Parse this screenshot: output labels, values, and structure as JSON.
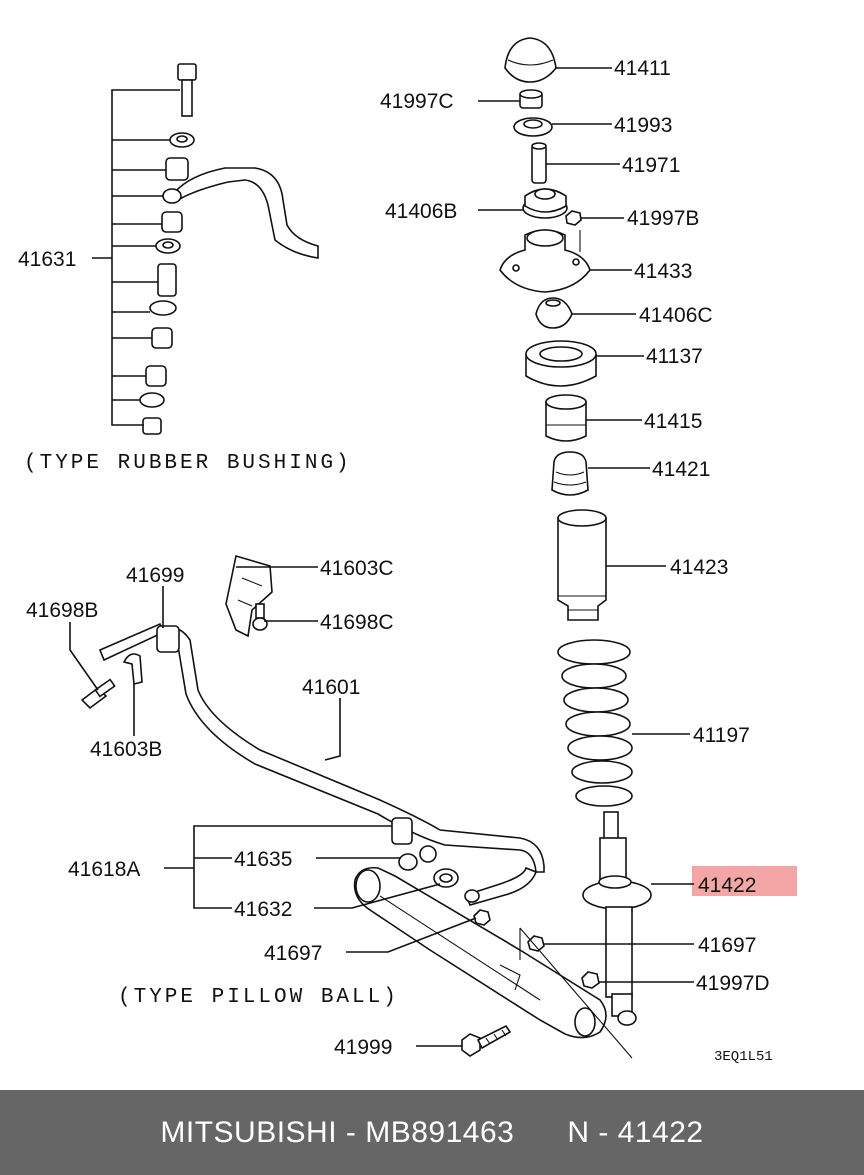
{
  "labels": {
    "p41411": "41411",
    "p41997C": "41997C",
    "p41993": "41993",
    "p41971": "41971",
    "p41406B": "41406B",
    "p41997B": "41997B",
    "p41433": "41433",
    "p41406C": "41406C",
    "p41137": "41137",
    "p41415": "41415",
    "p41421": "41421",
    "p41423": "41423",
    "p41197": "41197",
    "p41422": "41422",
    "p41697a": "41697",
    "p41997D": "41997D",
    "p41631": "41631",
    "p41699": "41699",
    "p41603C": "41603C",
    "p41698B": "41698B",
    "p41698C": "41698C",
    "p41601": "41601",
    "p41603B": "41603B",
    "p41618A": "41618A",
    "p41635": "41635",
    "p41632": "41632",
    "p41697b": "41697",
    "p41999": "41999"
  },
  "captions": {
    "rubber": "(TYPE RUBBER BUSHING)",
    "pillow": "(TYPE PILLOW BALL)",
    "code": "3EQ1L51"
  },
  "highlight": {
    "part": "41422",
    "color": "#f4a6a6"
  },
  "footer": {
    "brand": "MITSUBISHI",
    "separator": " - ",
    "part_number": "MB891463",
    "ref": "N - 41422"
  },
  "colors": {
    "footer_bg": "#666666",
    "footer_text": "#ffffff"
  }
}
